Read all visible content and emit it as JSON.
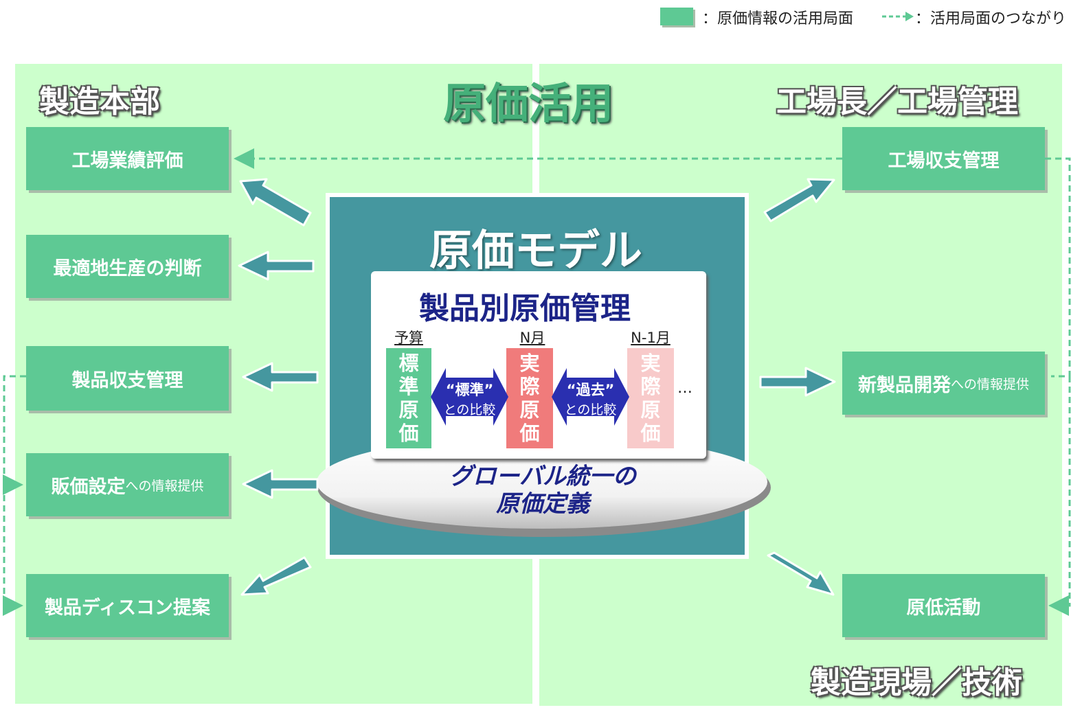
{
  "legend": {
    "box_label": "：原価情報の活用局面",
    "arrow_label": "：活用局面のつながり"
  },
  "center_title": "原価活用",
  "regions": {
    "top_left": "製造本部",
    "top_right": "工場長／工場管理",
    "bottom_right": "製造現場／技術"
  },
  "left_boxes": [
    {
      "main": "工場業績評価",
      "sub": ""
    },
    {
      "main": "最適地生産の判断",
      "sub": ""
    },
    {
      "main": "製品収支管理",
      "sub": ""
    },
    {
      "main": "販価設定",
      "sub": "への情報提供"
    },
    {
      "main": "製品ディスコン提案",
      "sub": ""
    }
  ],
  "right_boxes": [
    {
      "main": "工場収支管理",
      "sub": ""
    },
    {
      "main": "新製品開発",
      "sub": "への情報提供"
    },
    {
      "main": "原低活動",
      "sub": ""
    }
  ],
  "model": {
    "title": "原価モデル",
    "card_title": "製品別原価管理",
    "columns": [
      {
        "label": "予算",
        "chars": [
          "標",
          "準",
          "原",
          "価"
        ]
      },
      {
        "label": "N月",
        "chars": [
          "実",
          "際",
          "原",
          "価"
        ]
      },
      {
        "label": "N-1月",
        "chars": [
          "実",
          "際",
          "原",
          "価"
        ]
      }
    ],
    "comparisons": [
      {
        "line1": "“標準”",
        "line2": "との比較"
      },
      {
        "line1": "“過去”",
        "line2": "との比較"
      }
    ],
    "ellipsis": "…",
    "ellipse_line1": "グローバル統一の",
    "ellipse_line2": "原価定義"
  },
  "colors": {
    "panel_bg": "#ccffcc",
    "box_green": "#5ec994",
    "teal": "#45979f",
    "navy": "#1c2488",
    "standard_cost": "#5ec994",
    "actual_cost": "#f07b7b",
    "past_cost": "#f8caca",
    "compare_arrow": "#2a2fb0"
  }
}
